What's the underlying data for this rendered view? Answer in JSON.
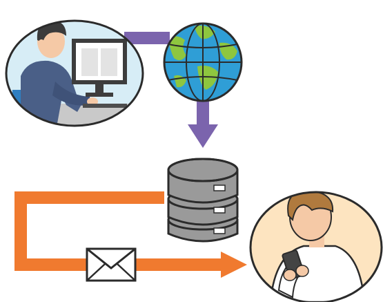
{
  "diagram": {
    "nodes": [
      {
        "id": "office-worker",
        "icon": "person-at-computer-icon"
      },
      {
        "id": "internet",
        "icon": "globe-icon"
      },
      {
        "id": "mail-server",
        "icon": "server-stack-icon"
      },
      {
        "id": "mobile-user",
        "icon": "person-with-smartphone-icon"
      }
    ],
    "edges": [
      {
        "from": "office-worker",
        "to": "internet",
        "color": "#7b64ad"
      },
      {
        "from": "internet",
        "to": "mail-server",
        "color": "#7b64ad"
      },
      {
        "from": "mail-server",
        "to": "mobile-user",
        "color": "#f07a2f",
        "via": "envelope-icon"
      }
    ],
    "colors": {
      "purple_connector": "#7b64ad",
      "orange_connector": "#f07a2f",
      "scene_bg_blue": "#d7edf6",
      "scene_bg_peach": "#fde4c0",
      "ocean": "#2f9ed6",
      "land": "#8ec63f",
      "server_gray": "#9a9a9a"
    }
  }
}
